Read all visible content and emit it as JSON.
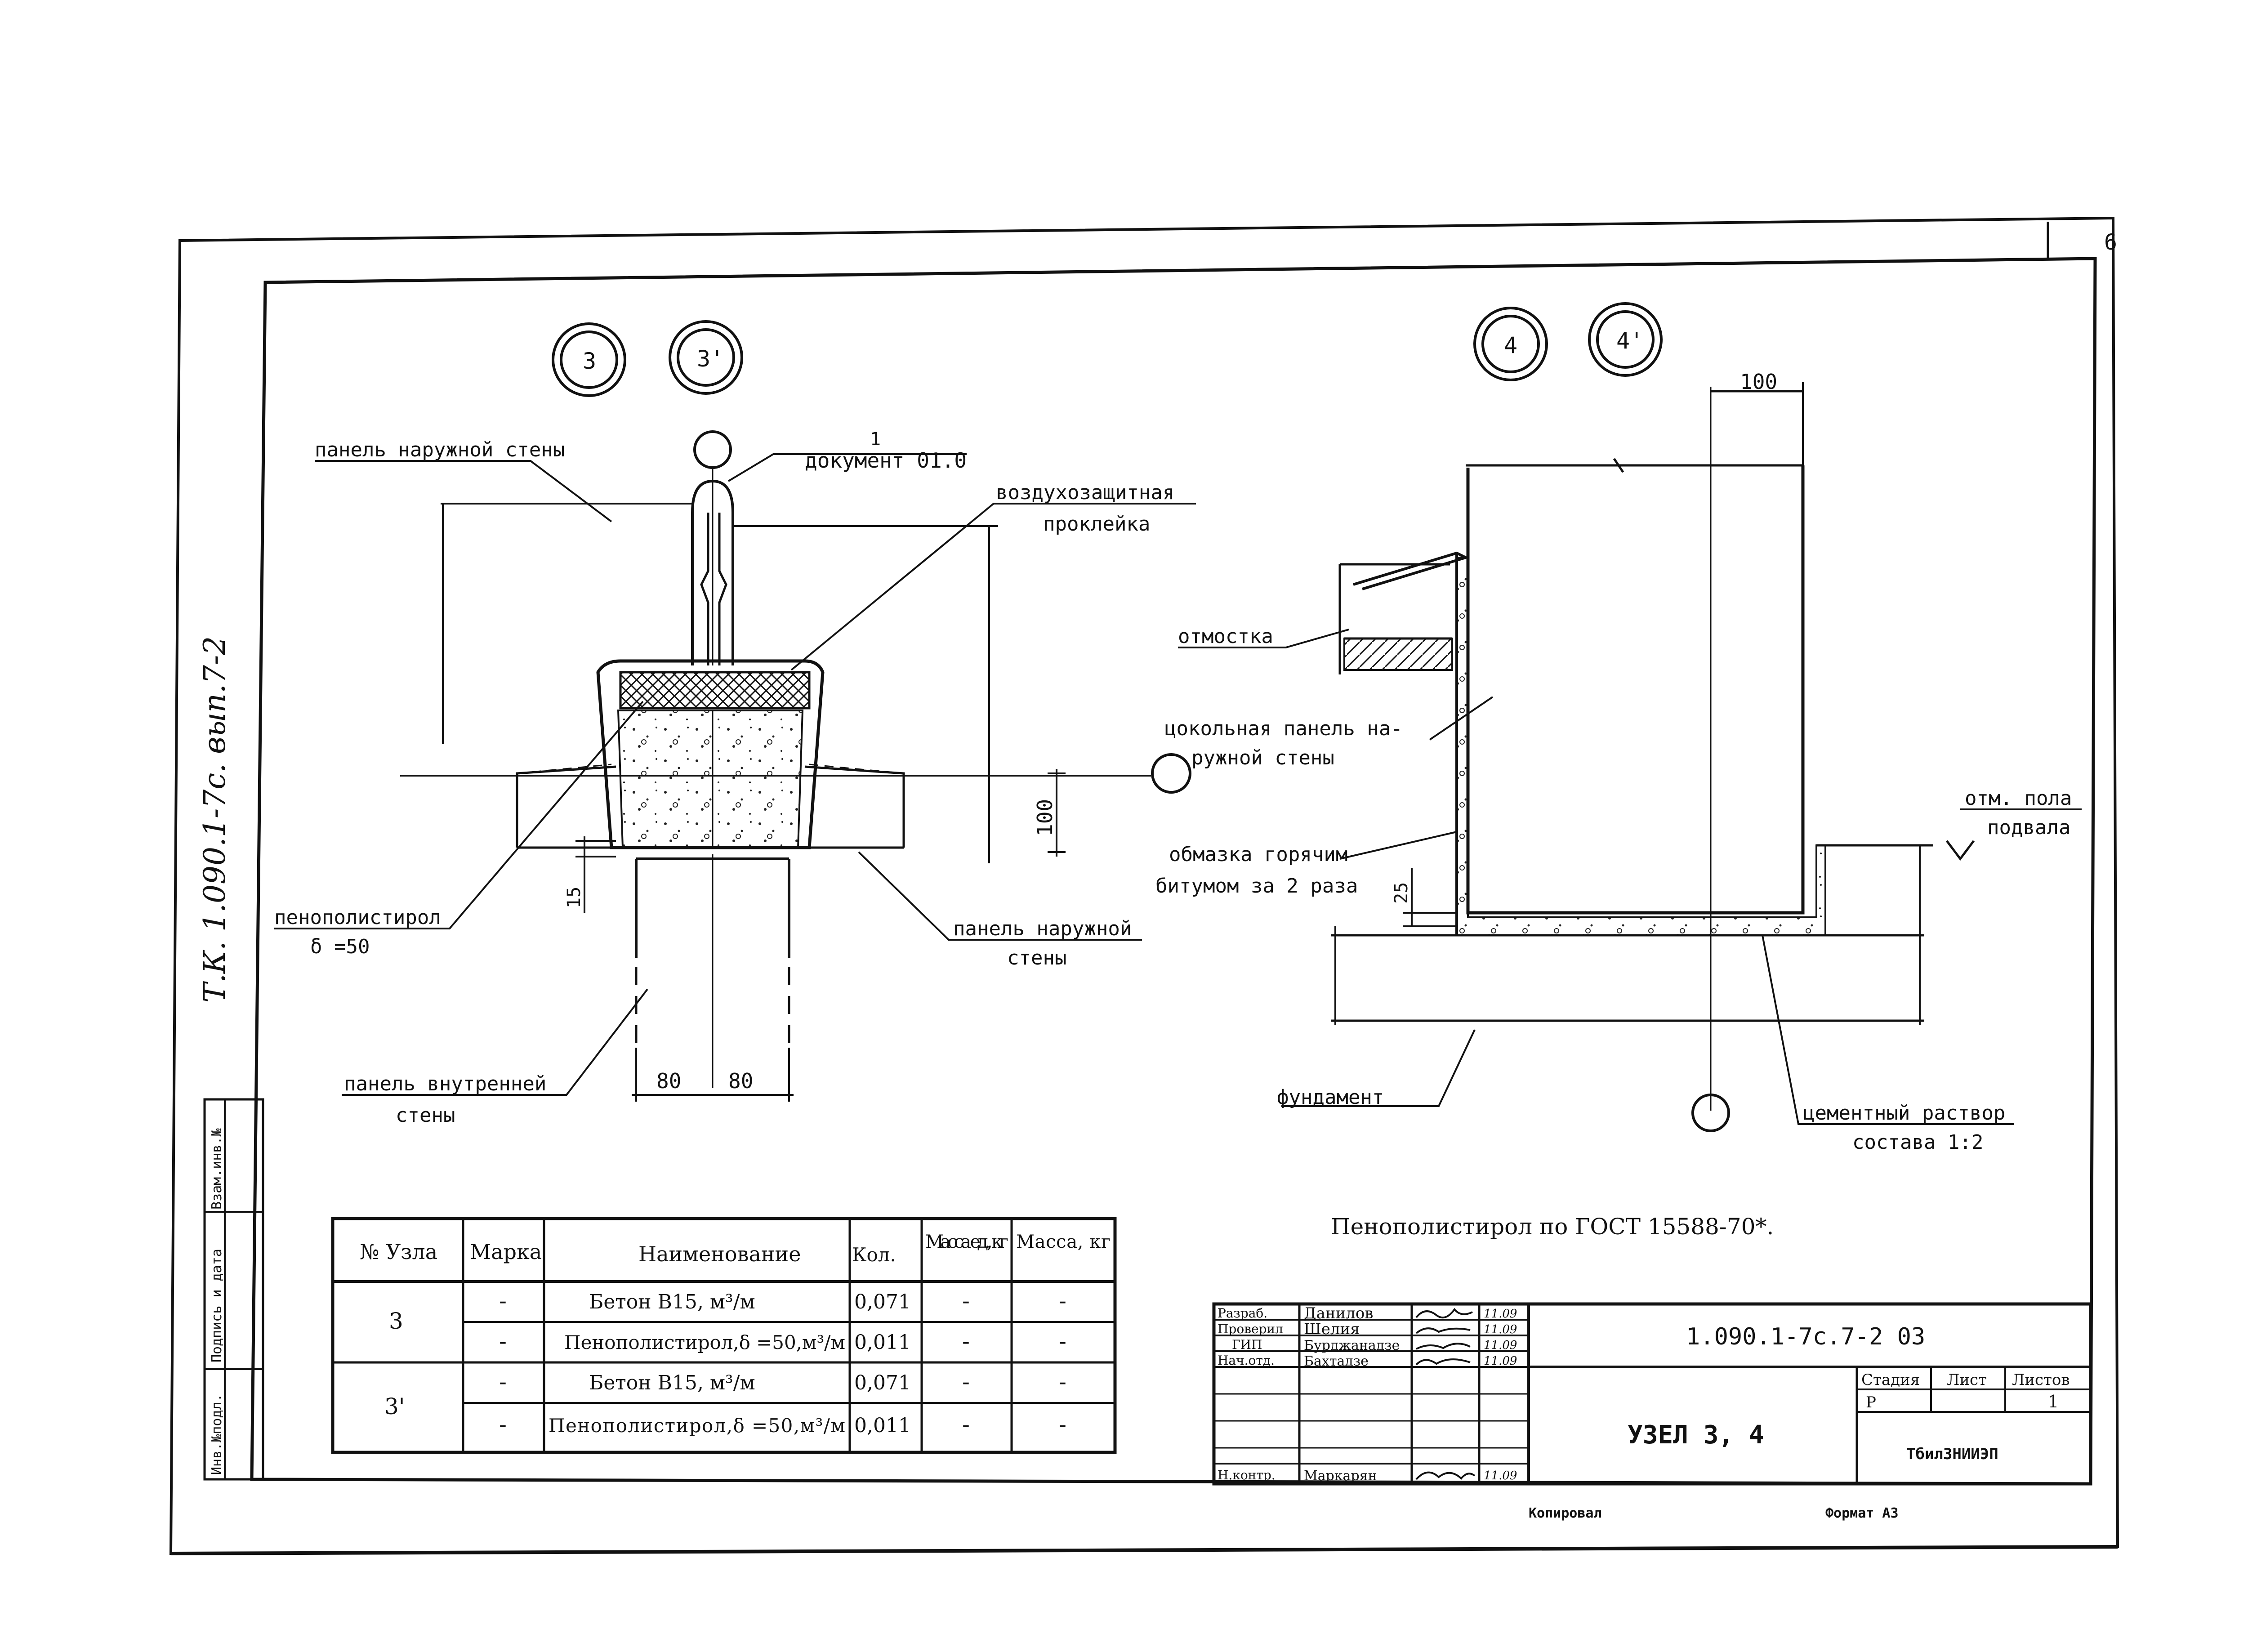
{
  "sheet": {
    "sheet_number": "6"
  },
  "side_stamp": {
    "archive_ref": "Т.К. 1.090.1-7с. вып.7-2",
    "cells": [
      "Инв.№подл.",
      "Подпись и дата",
      "Взам.инв.№"
    ]
  },
  "nodes": {
    "n3": "3",
    "n3p": "3'",
    "n4": "4",
    "n4p": "4'",
    "ref_number": "1",
    "ref_doc": "документ 01.0"
  },
  "left_view": {
    "outer_panel_top": "панель наружной стены",
    "air_seal_line1": "воздухозащитная",
    "air_seal_line2": "проклейка",
    "foam_line1": "пенополистирол",
    "foam_line2": "δ =50",
    "outer_panel_bottom_line1": "панель наружной",
    "outer_panel_bottom_line2": "стены",
    "inner_panel_line1": "панель внутренней",
    "inner_panel_line2": "стены",
    "dim_100": "100",
    "dim_15": "15",
    "dim_80a": "80",
    "dim_80b": "80"
  },
  "right_view": {
    "dim_100": "100",
    "blind_area": "отмостка",
    "plinth_line1": "цокольная панель на-",
    "plinth_line2": "ружной стены",
    "coating_line1": "обмазка горячим",
    "coating_line2": "битумом за 2 раза",
    "dim_25": "25",
    "floor_mark_line1": "отм. пола",
    "floor_mark_line2": "подвала",
    "foundation": "фундамент",
    "mortar_line1": "цементный раствор",
    "mortar_line2": "состава 1:2"
  },
  "note": "Пенополистирол по ГОСТ 15588-70*.",
  "spec_table": {
    "headers": [
      "№ Узла",
      "Марка",
      "Наименование",
      "Кол.",
      "Масса ед., кг",
      "Масса, кг"
    ],
    "rows": [
      {
        "node": "3",
        "mark": "-",
        "name": "Бетон В15, м³/м",
        "qty": "0,071",
        "unit_mass": "-",
        "mass": "-"
      },
      {
        "node": "",
        "mark": "-",
        "name": "Пенополистирол,δ =50,м³/м",
        "qty": "0,011",
        "unit_mass": "-",
        "mass": "-"
      },
      {
        "node": "3'",
        "mark": "-",
        "name": "Бетон В15, м³/м",
        "qty": "0,071",
        "unit_mass": "-",
        "mass": "-"
      },
      {
        "node": "",
        "mark": "-",
        "name": "Пенополистирол,δ =50,м³/м",
        "qty": "0,011",
        "unit_mass": "-",
        "mass": "-"
      }
    ]
  },
  "title_block": {
    "signatures": [
      {
        "role": "Разраб.",
        "name": "Данилов",
        "date": "11.09"
      },
      {
        "role": "Проверил",
        "name": "Шелия",
        "date": "11.09"
      },
      {
        "role": "ГИП",
        "name": "Бурджанадзе",
        "date": "11.09"
      },
      {
        "role": "Нач.отд.",
        "name": "Бахтадзе",
        "date": "11.09"
      },
      {
        "role": "Н.контр.",
        "name": "Маркарян",
        "date": "11.09"
      }
    ],
    "designation": "1.090.1-7с.7-2 03",
    "title": "УЗЕЛ 3, 4",
    "stage_header": "Стадия",
    "sheet_header": "Лист",
    "sheets_header": "Листов",
    "stage": "Р",
    "sheets": "1",
    "organization": "ТбилЗНИИЭП"
  },
  "footer": {
    "copied": "Копировал",
    "format": "Формат А3"
  }
}
